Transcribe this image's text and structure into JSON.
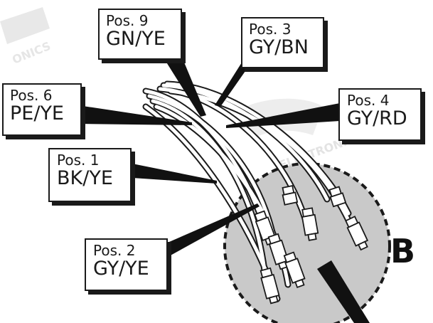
{
  "labels": [
    {
      "id": "pos9",
      "position": "Pos. 9",
      "color_code": "GN/YE"
    },
    {
      "id": "pos3",
      "position": "Pos. 3",
      "color_code": "GY/BN"
    },
    {
      "id": "pos6",
      "position": "Pos. 6",
      "color_code": "PE/YE"
    },
    {
      "id": "pos4",
      "position": "Pos. 4",
      "color_code": "GY/RD"
    },
    {
      "id": "pos1",
      "position": "Pos. 1",
      "color_code": "BK/YE"
    },
    {
      "id": "pos2",
      "position": "Pos. 2",
      "color_code": "GY/YE"
    }
  ],
  "detail_callout": "B",
  "watermark_text": "ECS ELECTRONICS",
  "colors": {
    "ink": "#1a1a1a",
    "detail_fill": "#c9c9c9",
    "watermark": "#e6e6e6",
    "wire_fill": "#ffffff"
  }
}
